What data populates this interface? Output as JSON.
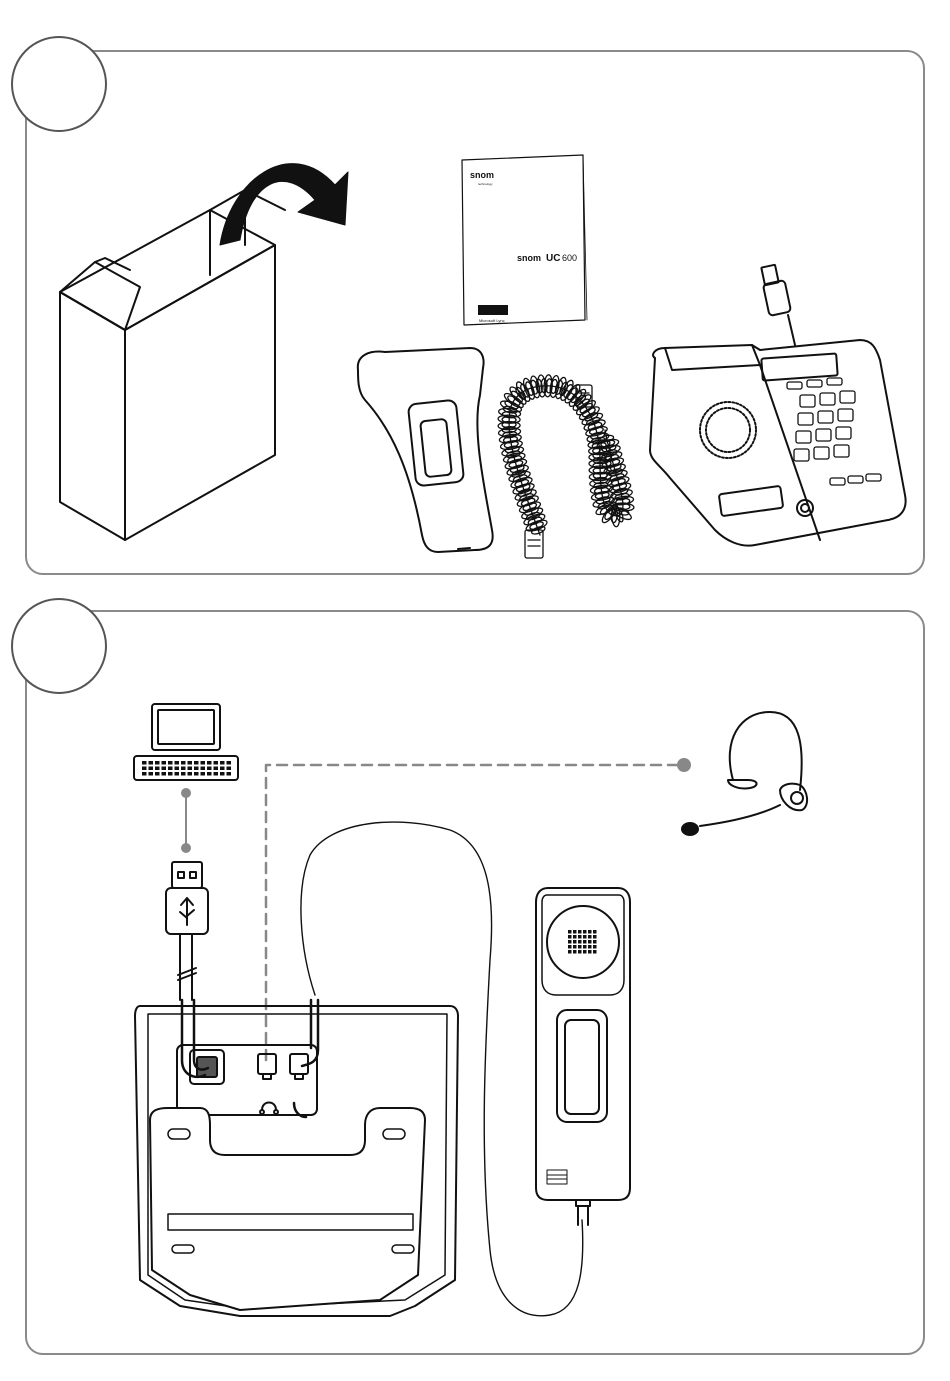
{
  "steps": [
    {
      "number": "",
      "title": "Unpacking"
    },
    {
      "number": "",
      "title": "Connecting"
    }
  ],
  "manual": {
    "brand": "snom",
    "brand_sub": "technology",
    "product_brand": "snom",
    "product_model": "UC",
    "product_number": "600",
    "footer": "Microsoft Lync"
  },
  "colors": {
    "line": "#111111",
    "panel_border": "#8a8a8a",
    "connector_dot": "#888888",
    "dashed_line": "#888888"
  },
  "icons": [
    "open-box-icon",
    "curved-arrow-icon",
    "manual-icon",
    "handset-icon",
    "coiled-cord-icon",
    "desk-phone-icon",
    "usb-plug-icon",
    "computer-icon",
    "headset-icon",
    "phone-base-rear-icon",
    "headset-port-icon",
    "handset-port-icon"
  ]
}
